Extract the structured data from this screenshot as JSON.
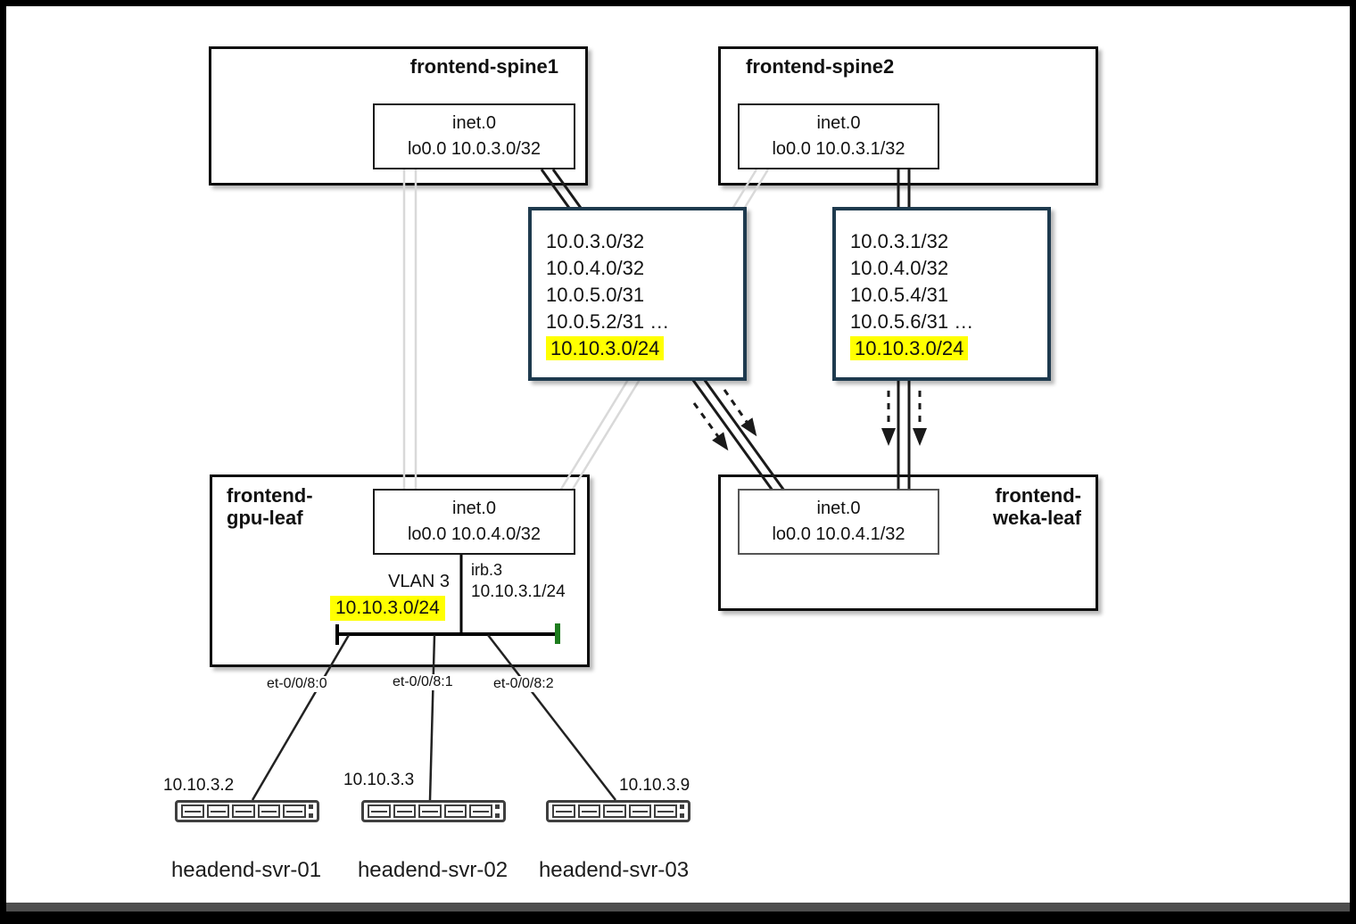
{
  "colors": {
    "highlight": "#ffff00",
    "route_box_border": "#1e3a4e",
    "link_gray": "#d9d9d9",
    "link_black": "#1a1a1a",
    "green_tick": "#1e7c1e"
  },
  "spine1": {
    "title": "frontend-spine1",
    "inner": [
      "inet.0",
      "lo0.0 10.0.3.0/32"
    ]
  },
  "spine2": {
    "title": "frontend-spine2",
    "inner": [
      "inet.0",
      "lo0.0 10.0.3.1/32"
    ]
  },
  "route_left": {
    "routes": [
      "10.0.3.0/32",
      "10.0.4.0/32",
      "10.0.5.0/31",
      "10.0.5.2/31 …"
    ],
    "highlighted": "10.10.3.0/24"
  },
  "route_right": {
    "routes": [
      "10.0.3.1/32",
      "10.0.4.0/32",
      "10.0.5.4/31",
      "10.0.5.6/31 …"
    ],
    "highlighted": "10.10.3.0/24"
  },
  "gpu_leaf": {
    "title": [
      "frontend-",
      "gpu-leaf"
    ],
    "inner": [
      "inet.0",
      "lo0.0 10.0.4.0/32"
    ],
    "vlan_label": "VLAN 3",
    "vlan_subnet": "10.10.3.0/24",
    "irb_label": "irb.3",
    "irb_ip": "10.10.3.1/24",
    "interfaces": [
      "et-0/0/8:0",
      "et-0/0/8:1",
      "et-0/0/8:2"
    ]
  },
  "weka_leaf": {
    "title": [
      "frontend-",
      "weka-leaf"
    ],
    "inner": [
      "inet.0",
      "lo0.0 10.0.4.1/32"
    ]
  },
  "servers": [
    {
      "ip": "10.10.3.2",
      "name": "headend-svr-01"
    },
    {
      "ip": "10.10.3.3",
      "name": "headend-svr-02"
    },
    {
      "ip": "10.10.3.9",
      "name": "headend-svr-03"
    }
  ]
}
